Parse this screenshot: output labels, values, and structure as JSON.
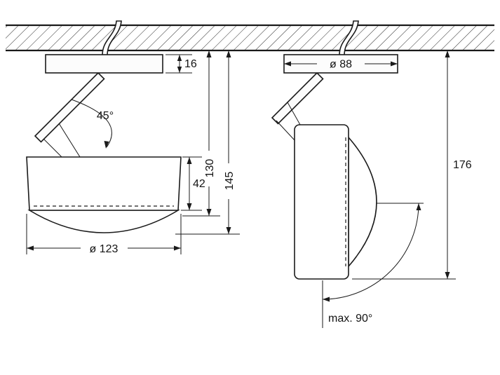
{
  "colors": {
    "ink": "#1a1a1a",
    "background": "#ffffff",
    "hatch": "#2a2a2a"
  },
  "labels": {
    "front": {
      "canopy_height": "16",
      "tilt_angle": "45°",
      "head_height": "42",
      "height_to_body": "130",
      "height_overall": "145",
      "head_diameter": "ø 123"
    },
    "side": {
      "canopy_diameter": "ø 88",
      "overall_height": "176",
      "max_rotation": "max. 90°"
    }
  }
}
